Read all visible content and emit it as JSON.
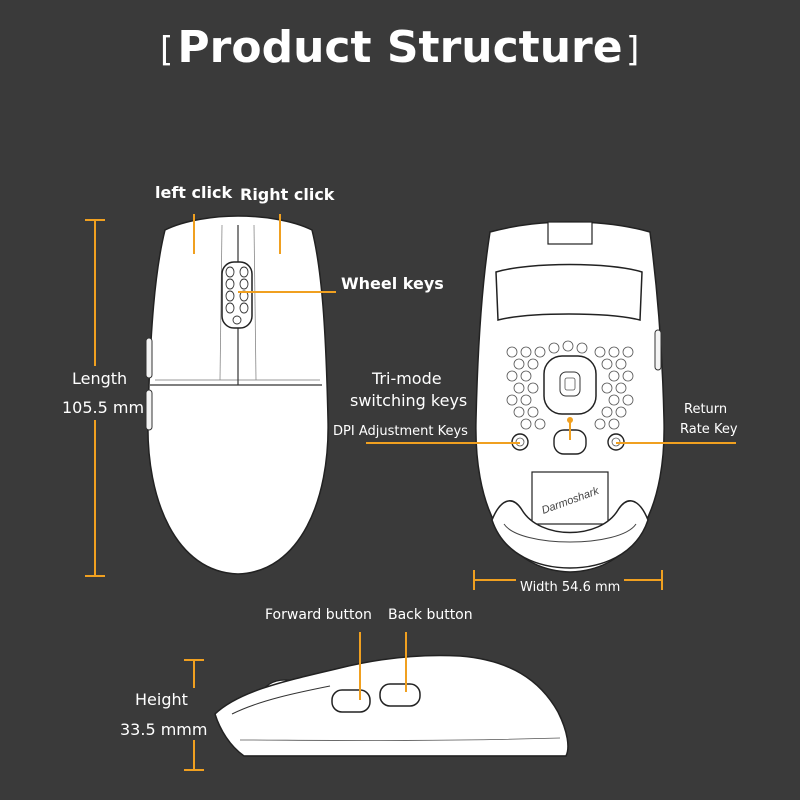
{
  "title": "Product Structure",
  "title_brackets": {
    "open": "[",
    "close": "]"
  },
  "labels": {
    "left_click": "left click",
    "right_click": "Right click",
    "wheel_keys": "Wheel keys",
    "length_label": "Length",
    "length_value": "105.5 mm",
    "tri_mode_line1": "Tri-mode",
    "tri_mode_line2": "switching keys",
    "dpi_keys": "DPI Adjustment Keys",
    "return_line1": "Return",
    "return_line2": "Rate Key",
    "width": "Width 54.6 mm",
    "forward_button": "Forward button",
    "back_button": "Back button",
    "height_label": "Height",
    "height_value": "33.5 mmm"
  },
  "brand_mark": "Darmoshark",
  "colors": {
    "background": "#3a3a3a",
    "accent": "#f0a020",
    "mouse": "#ffffff",
    "line": "#333333"
  }
}
